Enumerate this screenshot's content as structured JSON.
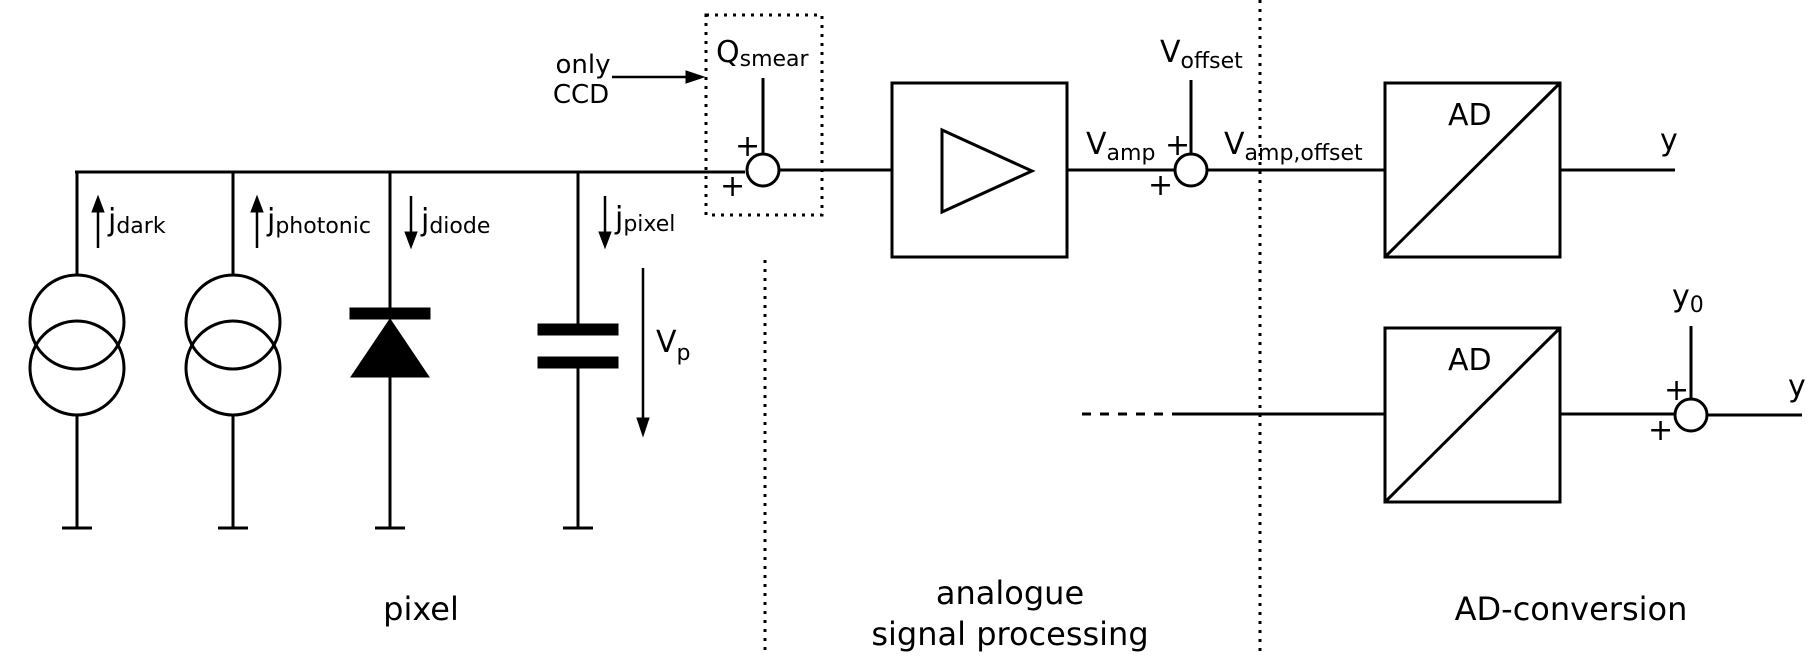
{
  "note": {
    "line1": "only",
    "line2": "CCD"
  },
  "symbols": {
    "q_smear": {
      "base": "Q",
      "sub": "smear"
    },
    "v_offset": {
      "base": "V",
      "sub": "offset"
    },
    "v_amp": {
      "base": "V",
      "sub": "amp"
    },
    "v_amp_offset": {
      "base": "V",
      "sub": "amp,offset"
    },
    "y_top": "y",
    "y_bottom": "y",
    "y0": {
      "base": "y",
      "sub": "0"
    },
    "j_dark": {
      "base": "j",
      "sub": "dark"
    },
    "j_photonic": {
      "base": "j",
      "sub": "photonic"
    },
    "j_diode": {
      "base": "j",
      "sub": "diode"
    },
    "j_pixel": {
      "base": "j",
      "sub": "pixel"
    },
    "v_p": {
      "base": "V",
      "sub": "p"
    }
  },
  "plus_sign": "+",
  "blocks": {
    "ad_top": "AD",
    "ad_bottom": "AD"
  },
  "sections": {
    "pixel": "pixel",
    "analogue_line1": "analogue",
    "analogue_line2": "signal processing",
    "ad_conversion": "AD-conversion"
  }
}
